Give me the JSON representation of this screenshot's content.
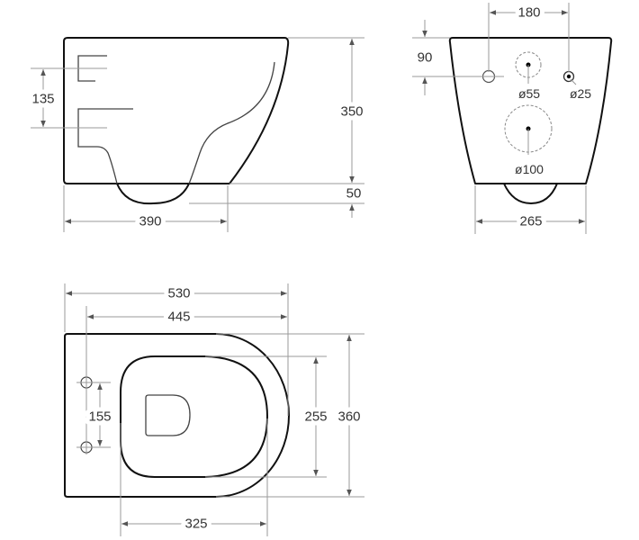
{
  "side_view": {
    "dim_inlet_spacing": "135",
    "dim_height": "350",
    "dim_bowl_drop": "50",
    "dim_depth": "390"
  },
  "front_view": {
    "dim_bolt_spacing": "180",
    "dim_bolt_height": "90",
    "dim_width": "265",
    "hole_small": "ø55",
    "hole_bolt": "ø25",
    "hole_large": "ø100"
  },
  "top_view": {
    "dim_total_length": "530",
    "dim_bolt_to_front": "445",
    "dim_bolt_spacing": "155",
    "dim_seat_width": "255",
    "dim_total_width": "360",
    "dim_seat_length": "325"
  },
  "colors": {
    "outline": "#111111",
    "dimension": "#9a9a9a"
  }
}
